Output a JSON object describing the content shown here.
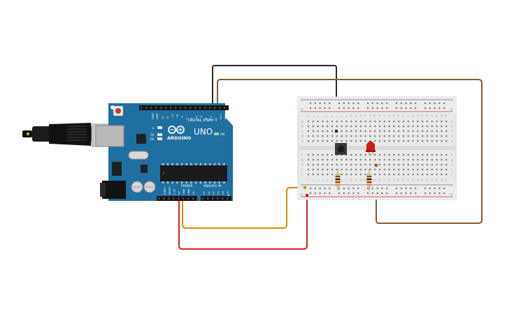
{
  "arduino": {
    "brand": "ARDUINO",
    "model": "UNO",
    "digital_label": "DIGITAL (PWM~)",
    "power_label": "POWER",
    "analog_label": "ANALOG IN",
    "on_label": "ON",
    "tx_label": "TX",
    "rx_label": "RX",
    "l_label": "L",
    "aref_label": "AREF",
    "gnd_label": "GND",
    "digital_pins": [
      "13",
      "12",
      "~11",
      "~10",
      "~9",
      "8",
      "7",
      "~6",
      "~5",
      "4",
      "~3",
      "2",
      "TX 1",
      "RX 0"
    ],
    "power_pins": [
      "IOREF",
      "RESET",
      "3.3V",
      "5V",
      "GND",
      "GND",
      "Vin"
    ],
    "analog_pins": [
      "A0",
      "A1",
      "A2",
      "A3",
      "A4",
      "A5"
    ],
    "board_color": "#1f6fa0"
  },
  "breadboard": {
    "row_letters_top": [
      "a",
      "b",
      "c",
      "d",
      "e"
    ],
    "row_letters_bottom": [
      "f",
      "g",
      "h",
      "i",
      "j"
    ],
    "rail_plus": "+",
    "rail_minus": "-",
    "column_count": 30
  },
  "wire_colors": {
    "black": "#2a2a2a",
    "brown": "#8b5a2b",
    "orange": "#e08a00",
    "red": "#d42020"
  },
  "components": {
    "led_color": "#c81e1e",
    "button_color": "#3a3a3a",
    "resistor_color": "#d8c08a"
  }
}
